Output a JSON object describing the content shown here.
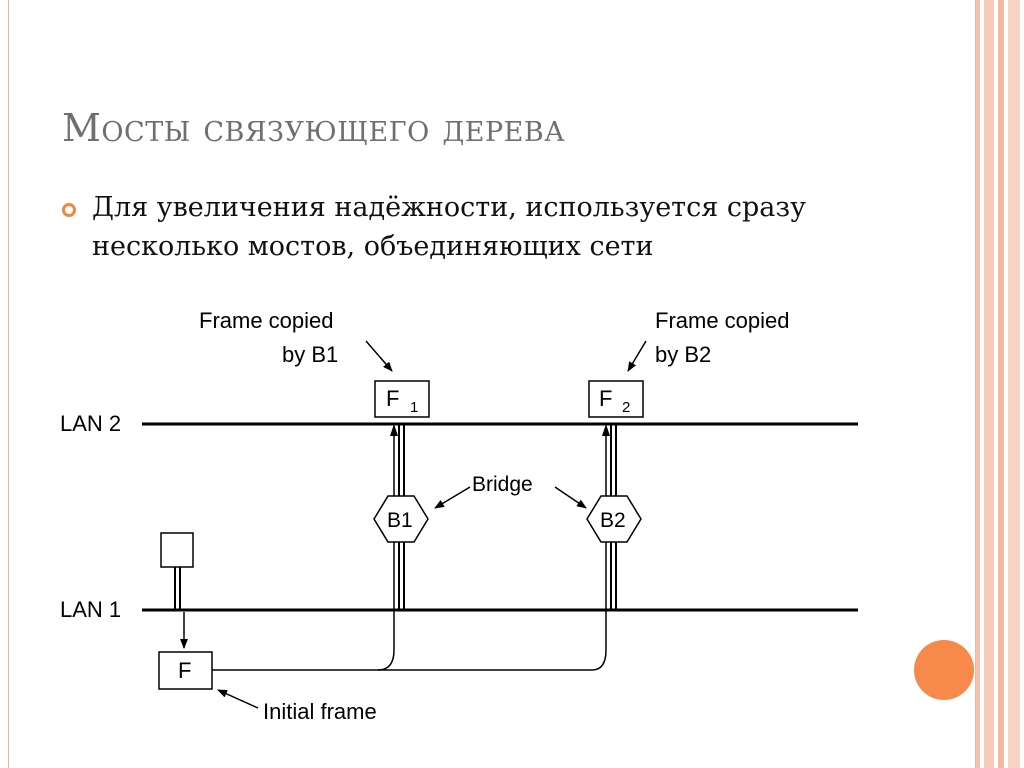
{
  "slide": {
    "title": "Мосты связующего дерева",
    "bullet_text": "Для увеличения надёжности, используется сразу несколько мостов, объединяющих сети"
  },
  "diagram": {
    "lan2_label": "LAN 2",
    "lan1_label": "LAN 1",
    "frame_copied_b1": [
      "Frame copied",
      "by B1"
    ],
    "frame_copied_b2": [
      "Frame copied",
      "by B2"
    ],
    "f1_label": "F",
    "f1_sub": "1",
    "f2_label": "F",
    "f2_sub": "2",
    "bridge_label": "Bridge",
    "b1_label": "B1",
    "b2_label": "B2",
    "initial_frame_label": "Initial frame",
    "f_label": "F"
  },
  "colors": {
    "accent_orange": "#f7894a",
    "bullet_orange": "#f0893d",
    "stripe_pink": "#f6c5b3",
    "title_gray": "#6f6f6f"
  }
}
